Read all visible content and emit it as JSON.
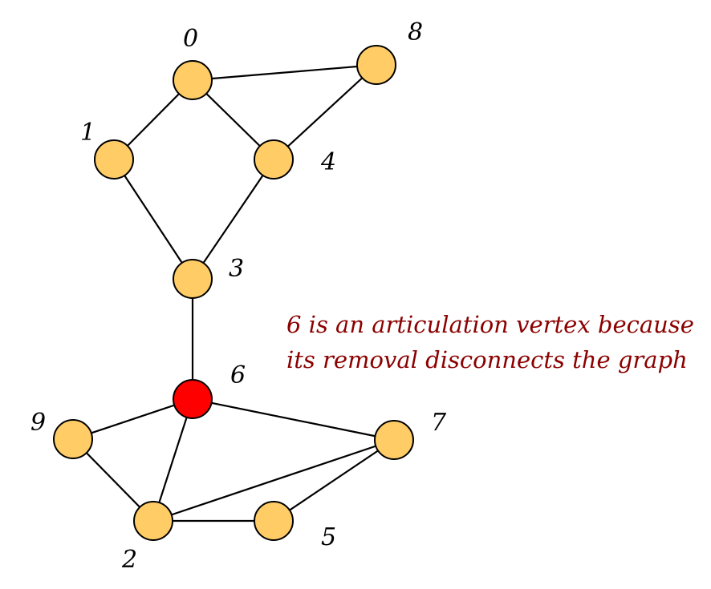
{
  "graph": {
    "nodes": [
      {
        "id": "0",
        "highlighted": false
      },
      {
        "id": "1",
        "highlighted": false
      },
      {
        "id": "2",
        "highlighted": false
      },
      {
        "id": "3",
        "highlighted": false
      },
      {
        "id": "4",
        "highlighted": false
      },
      {
        "id": "5",
        "highlighted": false
      },
      {
        "id": "6",
        "highlighted": true
      },
      {
        "id": "7",
        "highlighted": false
      },
      {
        "id": "8",
        "highlighted": false
      },
      {
        "id": "9",
        "highlighted": false
      }
    ],
    "edges": [
      [
        "0",
        "8"
      ],
      [
        "0",
        "1"
      ],
      [
        "0",
        "4"
      ],
      [
        "8",
        "4"
      ],
      [
        "1",
        "3"
      ],
      [
        "4",
        "3"
      ],
      [
        "3",
        "6"
      ],
      [
        "6",
        "9"
      ],
      [
        "6",
        "7"
      ],
      [
        "6",
        "2"
      ],
      [
        "9",
        "2"
      ],
      [
        "2",
        "7"
      ],
      [
        "2",
        "5"
      ],
      [
        "5",
        "7"
      ]
    ],
    "colors": {
      "node": "#ffcc66",
      "highlight": "#ff0000",
      "edge": "#000000",
      "caption": "#8b0000"
    }
  },
  "caption": {
    "line1": "6 is an articulation vertex because",
    "line2": "its removal disconnects the graph"
  }
}
